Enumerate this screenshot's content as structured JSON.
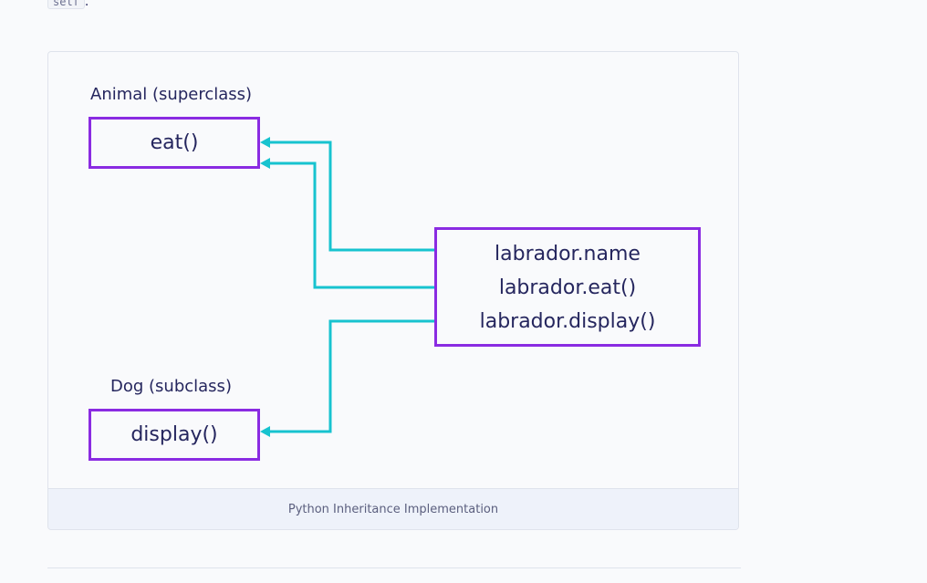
{
  "intro": {
    "code_text": "self",
    "trailing_text": "."
  },
  "figure": {
    "superclass_label": "Animal (superclass)",
    "superclass_method": "eat()",
    "subclass_label": "Dog (subclass)",
    "subclass_method": "display()",
    "object_lines": [
      "labrador.name",
      "labrador.eat()",
      "labrador.display()"
    ],
    "caption": "Python Inheritance Implementation"
  },
  "colors": {
    "box_border": "#8a2be2",
    "arrow": "#17c3cf",
    "text": "#25265e"
  },
  "icons": {
    "arrowhead": "arrowhead-icon"
  }
}
